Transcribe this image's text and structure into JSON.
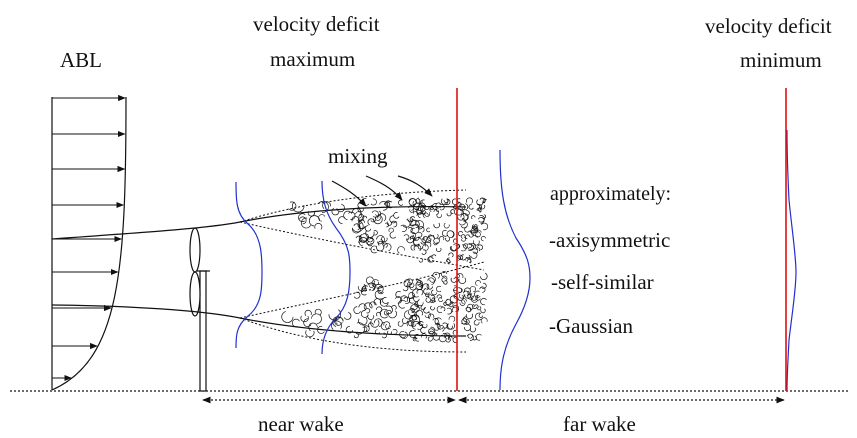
{
  "labels": {
    "abl": "ABL",
    "vd_max_line1": "velocity deficit",
    "vd_max_line2": "maximum",
    "vd_min_line1": "velocity deficit",
    "vd_min_line2": "minimum",
    "mixing": "mixing",
    "approx": "approximately:",
    "axisymmetric": "-axisymmetric",
    "self_similar": "-self-similar",
    "gaussian": "-Gaussian",
    "near_wake": "near wake",
    "far_wake": "far wake"
  },
  "colors": {
    "ink": "#111111",
    "red_marker": "#e01010",
    "blue_profile": "#2030d0"
  },
  "icons": [
    "wind-turbine-icon",
    "velocity-profile-arrows-icon",
    "turbulent-eddies-icon"
  ]
}
